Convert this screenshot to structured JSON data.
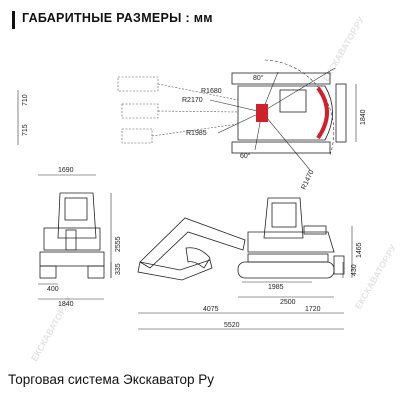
{
  "header": {
    "title": "ГАБАРИТНЫЕ РАЗМЕРЫ : мм"
  },
  "footer": {
    "text": "Торговая система Экскаватор Ру"
  },
  "watermark": {
    "text": "ЕКСКАВАТОР.РУ"
  },
  "colors": {
    "body_red": "#d0202a",
    "frame_gray": "#bfbfbf",
    "outline": "#222222"
  },
  "top_view": {
    "radii": [
      "R1680",
      "R2170",
      "R1985",
      "R1470"
    ],
    "angles": [
      "80°",
      "60°"
    ],
    "dims": [
      "710",
      "715",
      "1840"
    ]
  },
  "front_view": {
    "dims": [
      "1690",
      "2555",
      "335",
      "400",
      "1840"
    ]
  },
  "side_view": {
    "dims": [
      "1465",
      "430",
      "1985",
      "2500",
      "4075",
      "1720",
      "5520"
    ]
  }
}
